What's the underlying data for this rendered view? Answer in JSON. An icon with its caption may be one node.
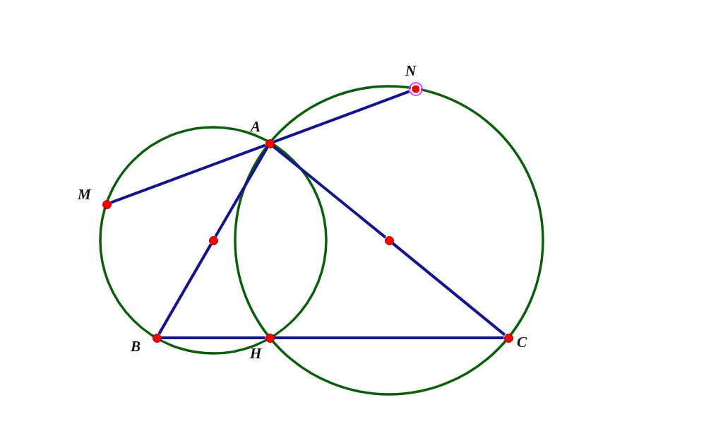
{
  "diagram": {
    "nodes": [
      {
        "text": [],
        "shape": "circle",
        "beside": [
          "N"
        ]
      },
      {
        "text": [],
        "shape": "circle",
        "beside": [
          "A"
        ]
      },
      {
        "text": [],
        "shape": "circle",
        "beside": [
          "M"
        ]
      },
      {
        "text": [],
        "shape": "circle"
      },
      {
        "text": [],
        "shape": "circle"
      },
      {
        "text": [],
        "shape": "circle",
        "beside": [
          "B"
        ]
      },
      {
        "text": [],
        "shape": "circle",
        "beside": [
          "H"
        ]
      },
      {
        "text": [],
        "shape": "circle",
        "beside": [
          "C"
        ]
      }
    ],
    "edges": [
      {
        "from": 2,
        "to": 1,
        "arrow": "none"
      },
      {
        "from": 1,
        "to": 0,
        "arrow": "none"
      },
      {
        "from": 1,
        "to": 3,
        "arrow": "none"
      },
      {
        "from": 3,
        "to": 5,
        "arrow": "none"
      },
      {
        "from": 1,
        "to": 4,
        "arrow": "none"
      },
      {
        "from": 4,
        "to": 7,
        "arrow": "none"
      },
      {
        "from": 5,
        "to": 6,
        "arrow": "none"
      },
      {
        "from": 6,
        "to": 7,
        "arrow": "none"
      }
    ]
  }
}
